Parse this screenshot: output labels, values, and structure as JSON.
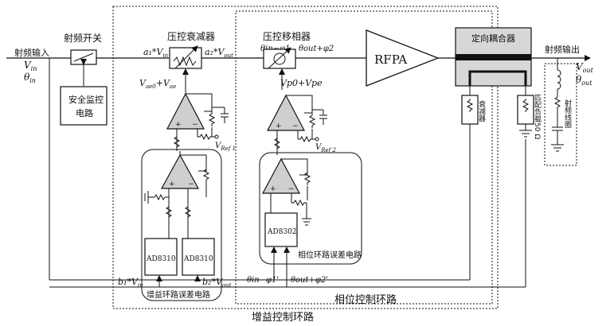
{
  "labels": {
    "rf_input": "射频输入",
    "v_in": "V",
    "v_in_sub": "in",
    "theta_in": "θ",
    "theta_in_sub": "in",
    "rf_switch": "射频开关",
    "safety_monitor_line1": "安全监控",
    "safety_monitor_line2": "电路",
    "attenuator": "压控衰减器",
    "a1_vin": "a₁*V",
    "a1_vin_sub": "in",
    "a2_vout": "a₂*V",
    "a2_vout_sub": "out",
    "vae": "V",
    "vae0_sub": "ae0",
    "vae_plus": "+V",
    "vae_sub": "ae",
    "vref1": "V",
    "vref1_sub": "Ref 1",
    "phase_shifter": "压控移相器",
    "theta_in_minus_phi1": "θin−φ1",
    "theta_out_plus_phi2": "θout+φ2",
    "vp0_vpe": "Vp0+Vpe",
    "vref2": "V",
    "vref2_sub": "Ref 2",
    "rfpa": "RFPA",
    "coupler": "定向耦合器",
    "rf_output": "射频输出",
    "v_out": "V",
    "v_out_sub": "out",
    "theta_out": "θ",
    "theta_out_sub": "out",
    "attenuator_small": "衰减器",
    "matched_load": "匹配负载50 Ω",
    "rf_antenna": "射频线圈",
    "ad8310_a": "AD8310",
    "ad8310_b": "AD8310",
    "ad8302": "AD8302",
    "gain_error": "增益环路误差电路",
    "phase_error": "相位环路误差电路",
    "b1_vin": "b₁*V",
    "b1_vin_sub": "in",
    "b2_vout": "b₂*V",
    "b2_vout_sub": "out",
    "bottom_theta_in": "θin−φ1'",
    "bottom_theta_out": "θout+φ2'",
    "phase_loop": "相位控制环路",
    "gain_loop": "增益控制环路"
  }
}
